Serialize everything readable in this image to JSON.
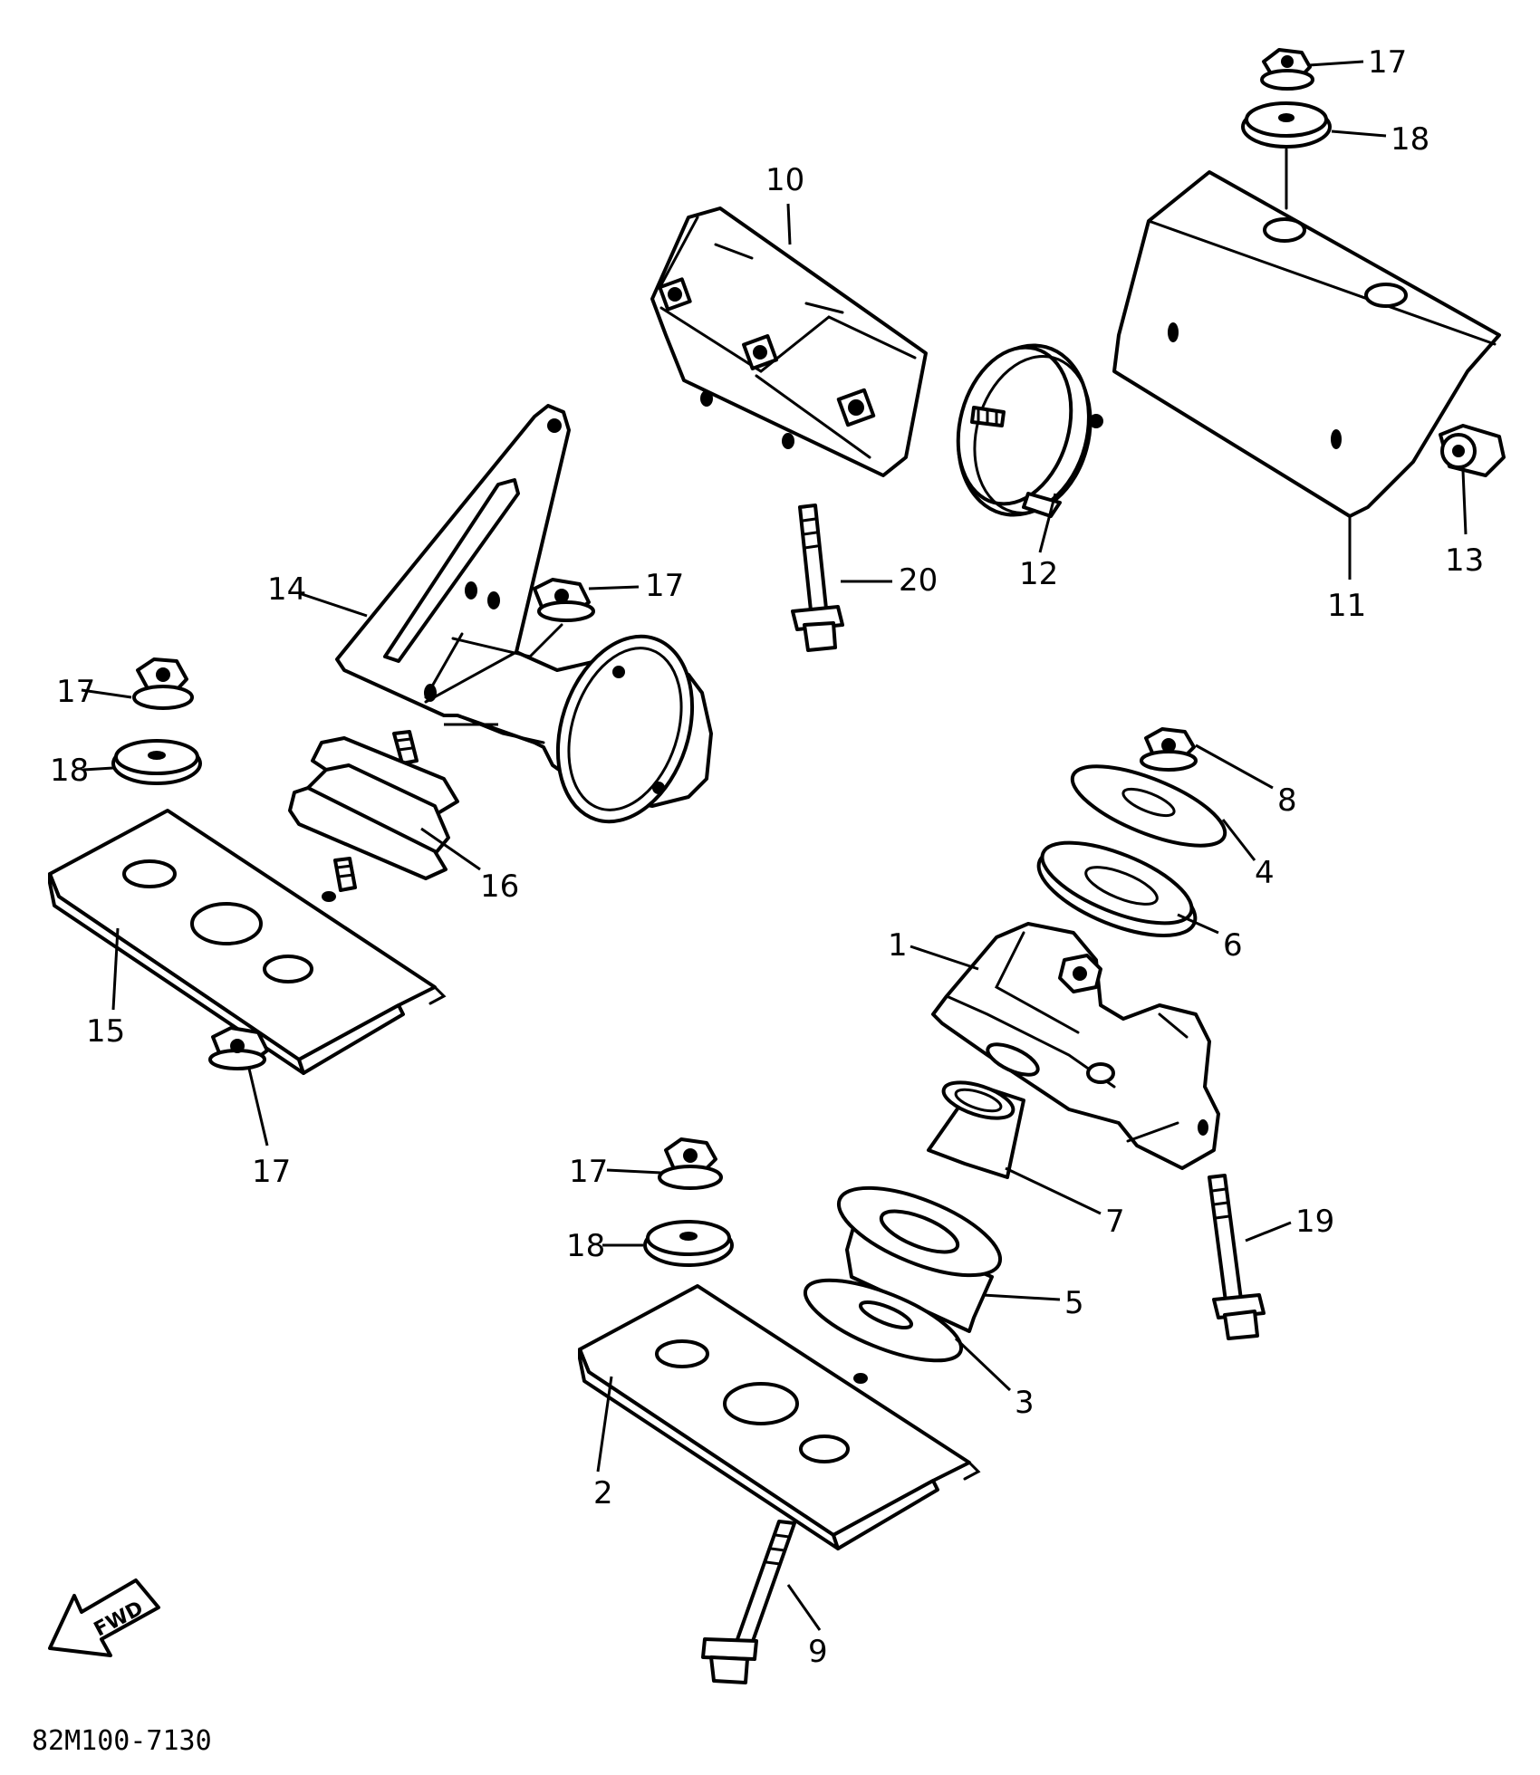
{
  "diagram": {
    "code": "82M100-7130",
    "fwd_label": "FWD",
    "callouts": {
      "c1": "1",
      "c2": "2",
      "c3": "3",
      "c4": "4",
      "c5": "5",
      "c6": "6",
      "c7": "7",
      "c8": "8",
      "c9": "9",
      "c10": "10",
      "c11": "11",
      "c12": "12",
      "c13": "13",
      "c14": "14",
      "c15": "15",
      "c16": "16",
      "c17a": "17",
      "c17b": "17",
      "c17c": "17",
      "c17d": "17",
      "c17e": "17",
      "c18a": "18",
      "c18b": "18",
      "c18c": "18",
      "c19": "19",
      "c20": "20"
    }
  }
}
